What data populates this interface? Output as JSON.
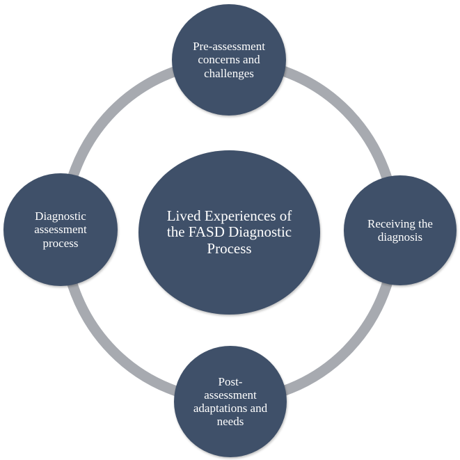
{
  "diagram": {
    "center": {
      "label": "Lived Experiences of the FASD Diagnostic Process"
    },
    "nodes": {
      "top": {
        "label": "Pre-assessment concerns and challenges"
      },
      "right": {
        "label": "Receiving the diagnosis"
      },
      "bottom": {
        "label": "Post-assessment adaptations and needs"
      },
      "left": {
        "label": "Diagnostic assessment process"
      }
    },
    "colors": {
      "node_fill": "#3f5069",
      "ring": "#a7aab0",
      "text": "#ffffff"
    }
  }
}
